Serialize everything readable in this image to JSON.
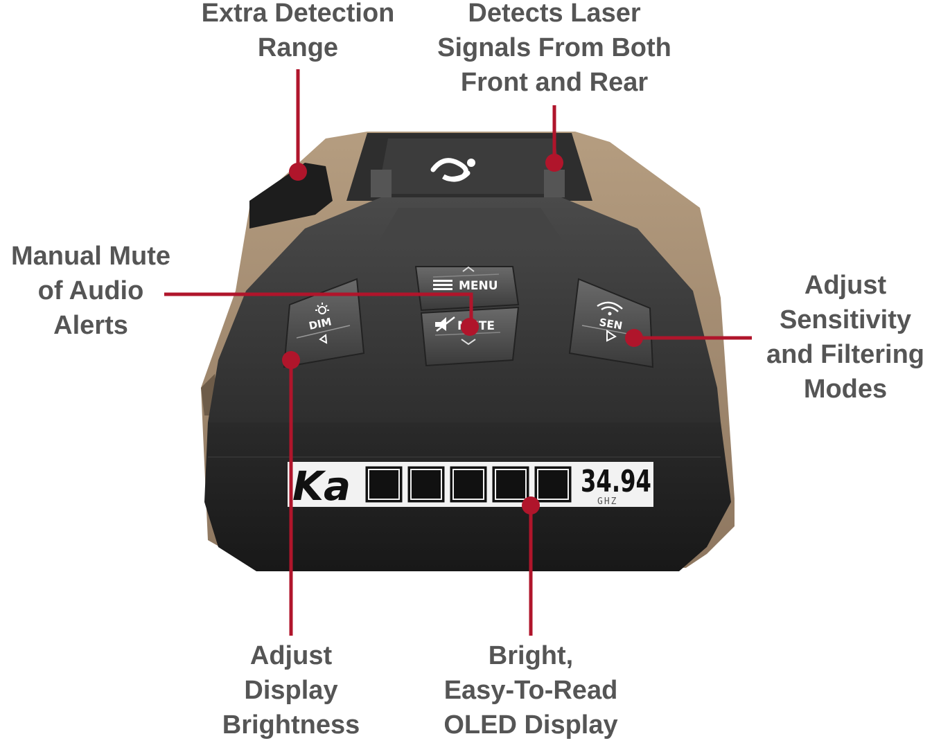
{
  "callouts": {
    "extra_detection": [
      "Extra Detection",
      "Range"
    ],
    "laser_signals": [
      "Detects Laser",
      "Signals From Both",
      "Front and Rear"
    ],
    "manual_mute": [
      "Manual Mute",
      "of Audio",
      "Alerts"
    ],
    "sensitivity": [
      "Adjust",
      "Sensitivity",
      "and Filtering",
      "Modes"
    ],
    "display_brightness": [
      "Adjust",
      "Display",
      "Brightness"
    ],
    "oled_display": [
      "Bright,",
      "Easy-To-Read",
      "OLED Display"
    ]
  },
  "device": {
    "buttons": {
      "menu": "MENU",
      "mute": "MUTE",
      "dim": "DIM",
      "sen": "SEN"
    },
    "display": {
      "band": "Ka",
      "signal_bars": 5,
      "frequency": "34.94",
      "unit": "GHZ"
    }
  },
  "colors": {
    "callout_line": "#b0152b",
    "callout_text": "#555555",
    "body_shell": "#a88f73",
    "face": "#3b3b3b",
    "oled_bg": "#f2f2f2"
  }
}
